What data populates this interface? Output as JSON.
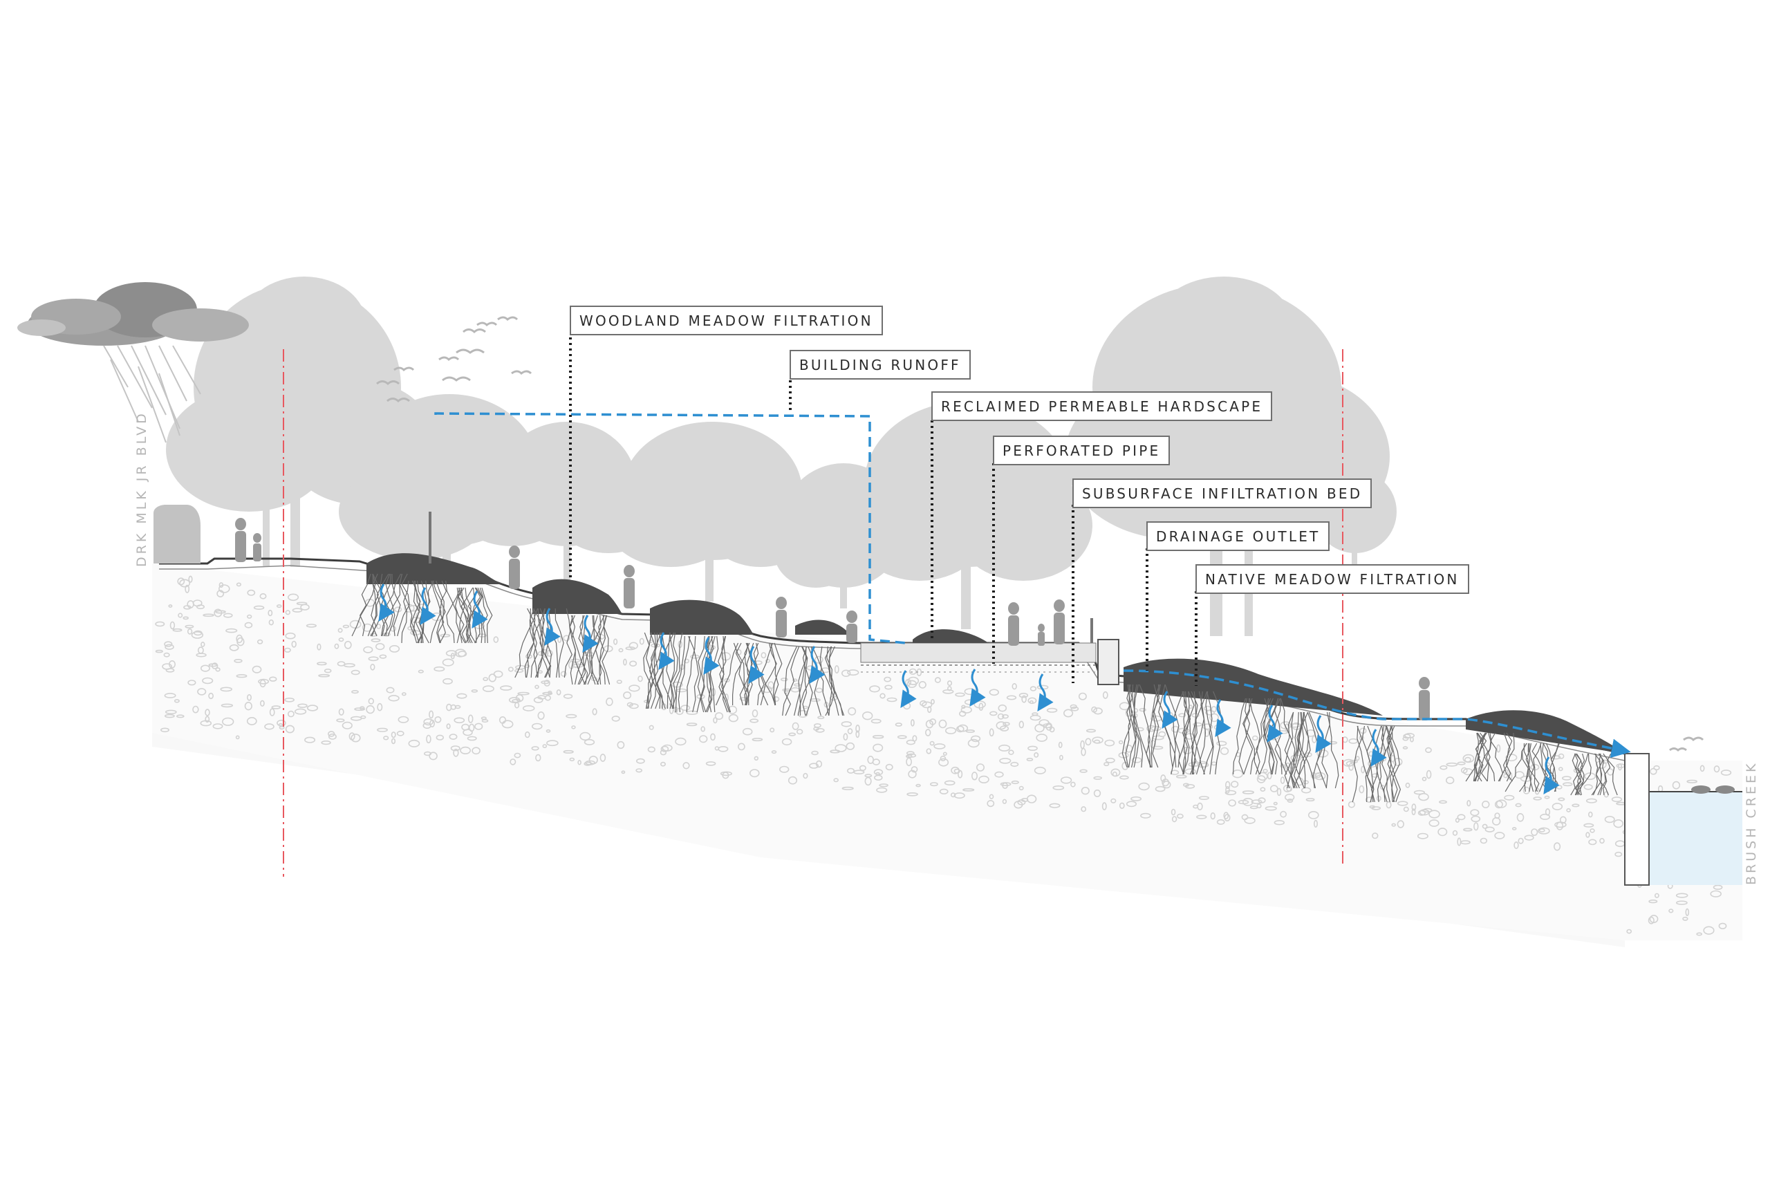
{
  "callouts": {
    "woodland_meadow": "WOODLAND MEADOW FILTRATION",
    "building_runoff": "BUILDING RUNOFF",
    "reclaimed_hardscape": "RECLAIMED PERMEABLE HARDSCAPE",
    "perforated_pipe": "PERFORATED PIPE",
    "subsurface_bed": "SUBSURFACE INFILTRATION BED",
    "drainage_outlet": "DRAINAGE OUTLET",
    "native_meadow": "NATIVE MEADOW FILTRATION"
  },
  "edge_labels": {
    "street": "DRK MLK JR BLVD",
    "creek": "BRUSH CREEK"
  },
  "colors": {
    "water_flow": "#2e8fd1",
    "boundary_line": "#e8585f",
    "tree_silhouette": "#d4d4d4",
    "creek_water": "#e3f1f9",
    "ground_line": "#4a4a4a"
  }
}
